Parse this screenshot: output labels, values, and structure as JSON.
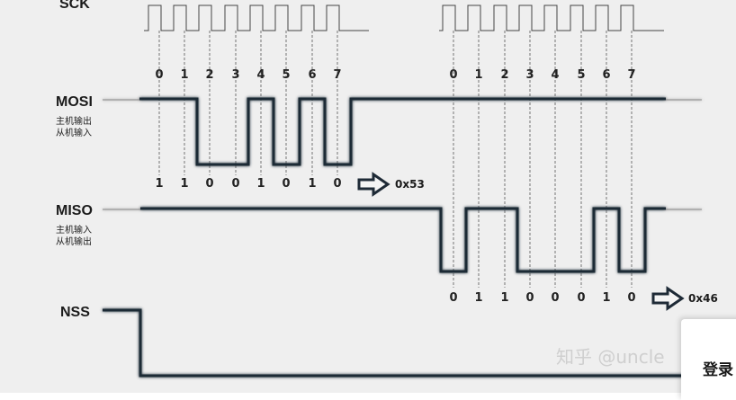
{
  "signals": {
    "sck": "SCK",
    "mosi": "MOSI",
    "mosi_sub": [
      "主机输出",
      "从机输入"
    ],
    "miso": "MISO",
    "miso_sub": [
      "主机输入",
      "从机输出"
    ],
    "nss": "NSS"
  },
  "bit_indices": [
    "0",
    "1",
    "2",
    "3",
    "4",
    "5",
    "6",
    "7"
  ],
  "mosi_bits": [
    "1",
    "1",
    "0",
    "0",
    "1",
    "0",
    "1",
    "0"
  ],
  "mosi_hex": "0x53",
  "miso_bits": [
    "0",
    "1",
    "1",
    "0",
    "0",
    "0",
    "1",
    "0"
  ],
  "miso_hex": "0x46",
  "watermark": "知乎 @uncle",
  "login_label": "登录",
  "colors": {
    "background": "#efefef",
    "line": "#1e2a36",
    "guide": "#555555"
  }
}
